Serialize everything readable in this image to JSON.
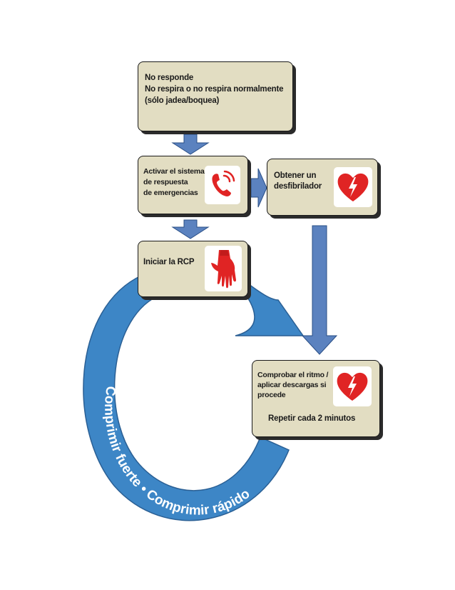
{
  "diagram": {
    "box1": {
      "lines": [
        "No responde",
        "No respira o no respira normalmente",
        "(sólo jadea/boquea)"
      ]
    },
    "box2": {
      "lines": [
        "Activar el sistema",
        "de respuesta",
        "de emergencias"
      ],
      "icon": "phone-icon"
    },
    "box3": {
      "lines": [
        "Obtener un",
        "desfibrilador"
      ],
      "icon": "heart-bolt-icon"
    },
    "box4": {
      "lines": [
        "Iniciar la RCP"
      ],
      "icon": "hands-icon"
    },
    "box5": {
      "lines": [
        "Comprobar el ritmo /",
        "aplicar descargas si",
        "procede"
      ],
      "repeat": "Repetir cada 2 minutos",
      "icon": "heart-bolt-icon"
    },
    "cycle_text": {
      "left": "Comprimir fuerte",
      "separator": "•",
      "right": "Comprimir rápido"
    }
  },
  "colors": {
    "box_fill": "#e2ddc2",
    "arrow_blue": "#5b82bf",
    "ring_blue": "#3d86c6",
    "icon_red": "#e02424"
  }
}
